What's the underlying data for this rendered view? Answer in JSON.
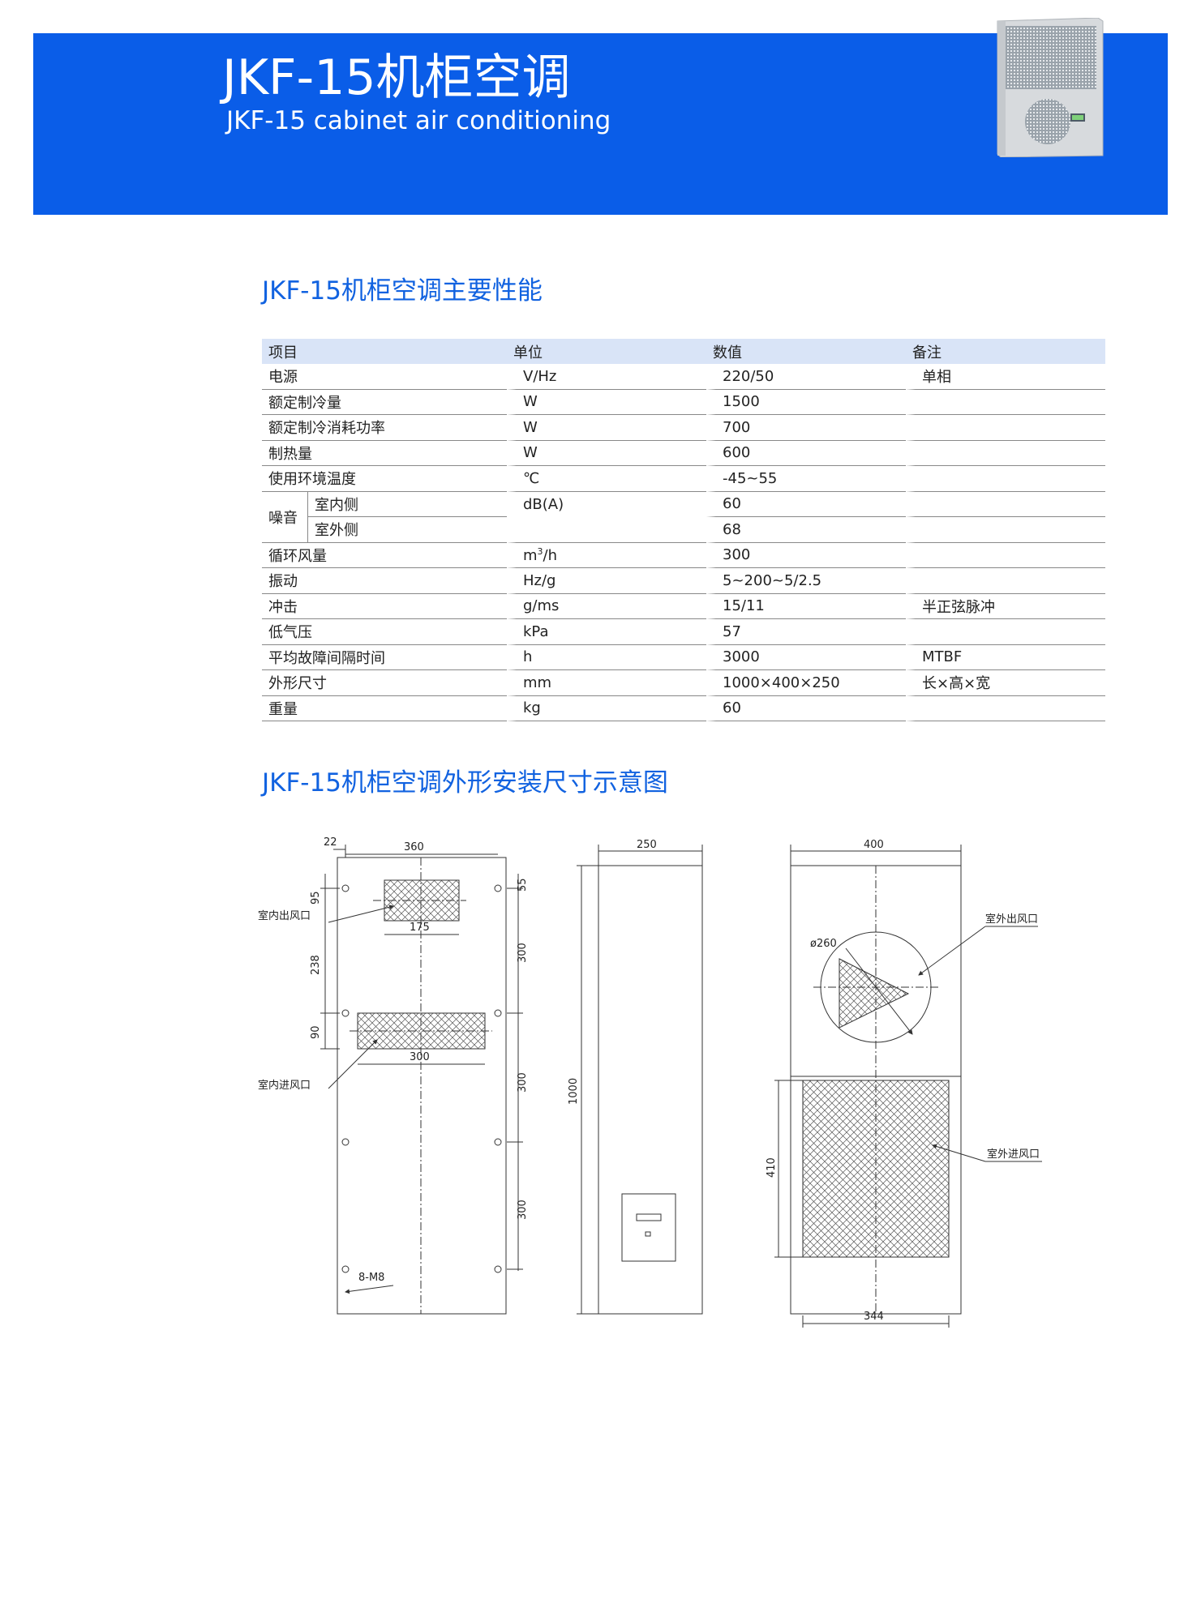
{
  "header": {
    "title": "JKF-15机柜空调",
    "subtitle": "JKF-15 cabinet air conditioning"
  },
  "spec_section": {
    "title": "JKF-15机柜空调主要性能",
    "columns": [
      "项目",
      "单位",
      "数值",
      "备注"
    ],
    "rows": [
      {
        "item": "电源",
        "unit": "V/Hz",
        "value": "220/50",
        "note": "单相"
      },
      {
        "item": "额定制冷量",
        "unit": "W",
        "value": "1500",
        "note": ""
      },
      {
        "item": "额定制冷消耗功率",
        "unit": "W",
        "value": "700",
        "note": ""
      },
      {
        "item": "制热量",
        "unit": "W",
        "value": "600",
        "note": ""
      },
      {
        "item": "使用环境温度",
        "unit": "℃",
        "value": "-45~55",
        "note": ""
      }
    ],
    "noise": {
      "label": "噪音",
      "unit": "dB(A)",
      "rows": [
        {
          "sub": "室内侧",
          "value": "60",
          "note": ""
        },
        {
          "sub": "室外侧",
          "value": "68",
          "note": ""
        }
      ]
    },
    "rows2": [
      {
        "item": "循环风量",
        "unit_base": "m",
        "unit_sup": "3",
        "unit_rest": "/h",
        "value": "300",
        "note": ""
      },
      {
        "item": "振动",
        "unit": "Hz/g",
        "value": "5~200~5/2.5",
        "note": ""
      },
      {
        "item": "冲击",
        "unit": "g/ms",
        "value": "15/11",
        "note": "半正弦脉冲"
      },
      {
        "item": "低气压",
        "unit": "kPa",
        "value": "57",
        "note": ""
      },
      {
        "item": "平均故障间隔时间",
        "unit": "h",
        "value": "3000",
        "note": "MTBF"
      },
      {
        "item": "外形尺寸",
        "unit": "mm",
        "value": "1000×400×250",
        "note": "长×高×宽"
      },
      {
        "item": "重量",
        "unit": "kg",
        "value": "60",
        "note": ""
      }
    ]
  },
  "drawing_section": {
    "title": "JKF-15机柜空调外形安装尺寸示意图",
    "front": {
      "dim_22": "22",
      "dim_360": "360",
      "dim_55": "55",
      "dim_95": "95",
      "dim_175": "175",
      "dim_238": "238",
      "dim_300_a": "300",
      "dim_90": "90",
      "dim_300_w": "300",
      "dim_300_b": "300",
      "dim_300_c": "300",
      "label_outlet": "室内出风口",
      "label_inlet": "室内进风口",
      "label_bolts": "8-M8"
    },
    "side": {
      "dim_250": "250",
      "dim_1000": "1000"
    },
    "rear": {
      "dim_400": "400",
      "dim_260": "ø260",
      "dim_410": "410",
      "dim_344": "344",
      "label_outlet": "室外出风口",
      "label_inlet": "室外进风口"
    }
  },
  "colors": {
    "banner": "#0a5de8",
    "accent_title": "#1162e0",
    "table_header": "#d9e4f7"
  }
}
